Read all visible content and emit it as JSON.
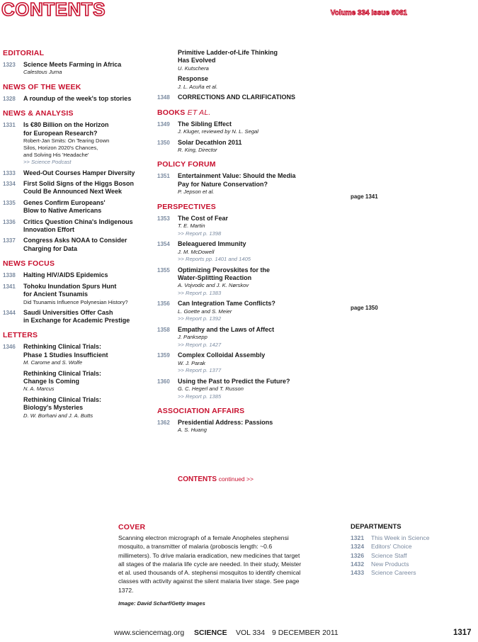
{
  "masthead": "CONTENTS",
  "volume_issue": "Volume 334  Issue 6061",
  "left_column": {
    "editorial_head": "EDITORIAL",
    "editorial": {
      "page": "1323",
      "title": "Science Meets Farming in Africa",
      "author": "Calestous Juma"
    },
    "news_week_head": "NEWS OF THE WEEK",
    "news_week": {
      "page": "1328",
      "title": "A roundup of the week's top stories"
    },
    "news_analysis_head": "NEWS & ANALYSIS",
    "na1": {
      "page": "1331",
      "title": "Is €80 Billion on the Horizon\nfor European Research?",
      "sub": "Robert-Jan Smits: On Tearing Down\nSilos, Horizon 2020's Chances,\nand Solving His 'Headache'",
      "link": ">> Science Podcast"
    },
    "na2": {
      "page": "1333",
      "title": "Weed-Out Courses Hamper Diversity"
    },
    "na3": {
      "page": "1334",
      "title": "First Solid Signs of the Higgs Boson\nCould Be Announced Next Week"
    },
    "na4": {
      "page": "1335",
      "title": "Genes Confirm Europeans'\nBlow to Native Americans"
    },
    "na5": {
      "page": "1336",
      "title": "Critics Question China's Indigenous\nInnovation Effort"
    },
    "na6": {
      "page": "1337",
      "title": "Congress Asks NOAA to Consider\nCharging for Data"
    },
    "news_focus_head": "NEWS FOCUS",
    "nf1": {
      "page": "1338",
      "title": "Halting HIV/AIDS Epidemics"
    },
    "nf2": {
      "page": "1341",
      "title": "Tohoku Inundation Spurs Hunt\nfor Ancient Tsunamis",
      "sub": "Did Tsunamis Influence Polynesian History?"
    },
    "nf3": {
      "page": "1344",
      "title": "Saudi Universities Offer Cash\nin Exchange for Academic Prestige"
    },
    "letters_head": "LETTERS",
    "letters1": {
      "page": "1346",
      "title": "Rethinking Clinical Trials:\nPhase 1 Studies Insufficient",
      "author": "M. Carome and S. Wolfe"
    },
    "letters2": {
      "title": "Rethinking Clinical Trials:\nChange Is Coming",
      "author": "N. A. Marcus"
    },
    "letters3": {
      "title": "Rethinking Clinical Trials:\nBiology's Mysteries",
      "author": "D. W. Borhani and J. A. Butts"
    }
  },
  "right_column": {
    "letters4": {
      "title": "Primitive Ladder-of-Life Thinking\nHas Evolved",
      "author": "U. Kutschera"
    },
    "letters5": {
      "title": "Response",
      "author": "J. L. Acuña et al."
    },
    "corrections": {
      "page": "1348",
      "title": "CORRECTIONS AND CLARIFICATIONS"
    },
    "books_head": "BOOKS",
    "books_head_suffix": "ET AL.",
    "b1": {
      "page": "1349",
      "title": "The Sibling Effect",
      "author": "J. Kluger, reviewed by N. L. Segal"
    },
    "b2": {
      "page": "1350",
      "title": "Solar Decathlon 2011",
      "author": "R. King, Director"
    },
    "policy_head": "POLICY FORUM",
    "pf1": {
      "page": "1351",
      "title": "Entertainment Value: Should the Media\nPay for Nature Conservation?",
      "author": "P. Jepson et al."
    },
    "perspectives_head": "PERSPECTIVES",
    "p1": {
      "page": "1353",
      "title": "The Cost of Fear",
      "author": "T. E. Martin",
      "link": ">> Report p. 1398"
    },
    "p2": {
      "page": "1354",
      "title": "Beleaguered Immunity",
      "author": "J. M. McDowell",
      "link": ">> Reports pp. 1401 and 1405"
    },
    "p3": {
      "page": "1355",
      "title": "Optimizing Perovskites for the\nWater-Splitting Reaction",
      "author": "A. Vojvodic and J. K. Nørskov",
      "link": ">> Report p. 1383"
    },
    "p4": {
      "page": "1356",
      "title": "Can Integration Tame Conflicts?",
      "author": "L. Goette and S. Meier",
      "link": ">> Report p. 1392"
    },
    "p5": {
      "page": "1358",
      "title": "Empathy and the Laws of Affect",
      "author": "J. Panksepp",
      "link": ">> Report p. 1427"
    },
    "p6": {
      "page": "1359",
      "title": "Complex Colloidal Assembly",
      "author": "W. J. Parak",
      "link": ">> Report p. 1377"
    },
    "p7": {
      "page": "1360",
      "title": "Using the Past to Predict the Future?",
      "author": "G. C. Hegerl and T. Russon",
      "link": ">> Report p. 1385"
    },
    "assoc_head": "ASSOCIATION AFFAIRS",
    "aa1": {
      "page": "1362",
      "title": "Presidential Address: Passions",
      "author": "A. S. Huang"
    },
    "contents_continued_a": "CONTENTS",
    "contents_continued_b": "continued >>"
  },
  "page_labels": {
    "first": "page 1341",
    "second": "page 1350"
  },
  "cover": {
    "head": "COVER",
    "text": "Scanning electron micrograph of a female Anopheles stephensi mosquito, a transmitter of malaria (proboscis length: ~0.6 millimeters). To drive malaria eradication, new medicines that target all stages of the malaria life cycle are needed. In their study, Meister et al. used thousands of A. stephensi mosquitos to identify chemical classes with activity against the silent malaria liver stage. See page 1372.",
    "credit": "Image: David Scharf/Getty Images"
  },
  "departments": {
    "head": "DEPARTMENTS",
    "items": [
      {
        "page": "1321",
        "title": "This Week in Science"
      },
      {
        "page": "1324",
        "title": "Editors' Choice"
      },
      {
        "page": "1326",
        "title": "Science Staff"
      },
      {
        "page": "1432",
        "title": "New Products"
      },
      {
        "page": "1433",
        "title": "Science Careers"
      }
    ]
  },
  "footer": {
    "url": "www.sciencemag.org",
    "publication": "SCIENCE",
    "volume": "VOL 334",
    "date": "9 DECEMBER 2011",
    "page_number": "1317"
  }
}
